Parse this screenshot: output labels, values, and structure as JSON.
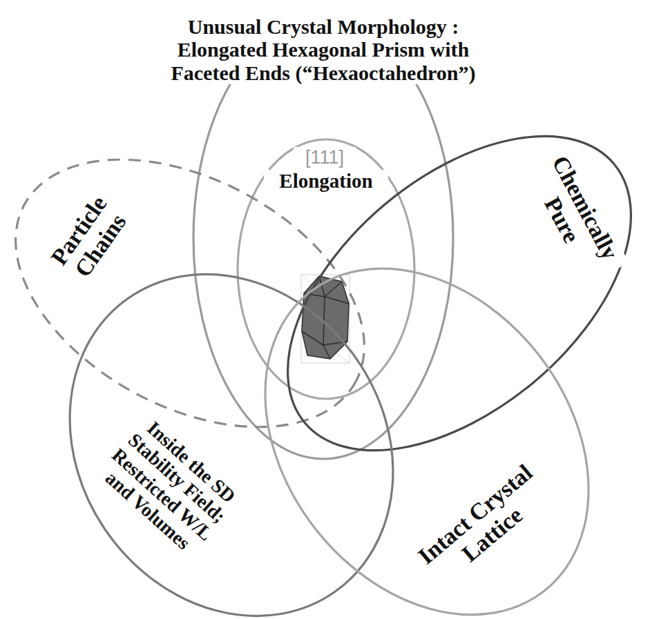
{
  "diagram": {
    "nodes": [
      {
        "text": [
          "Unusual Crystal Morphology : Elongated Hexagonal Prism with Faceted Ends (“Hexaoctahedron”)"
        ]
      },
      {
        "text": [
          "[111]",
          "Elongation"
        ],
        "in": 0
      },
      {
        "text": [
          "Particle Chains"
        ]
      },
      {
        "text": [
          "Chemically Pure"
        ]
      },
      {
        "text": [
          "Inside the SD Stability Field; Restricted W/L and Volumes"
        ]
      },
      {
        "text": [
          "Intact Crystal Lattice"
        ]
      }
    ]
  }
}
